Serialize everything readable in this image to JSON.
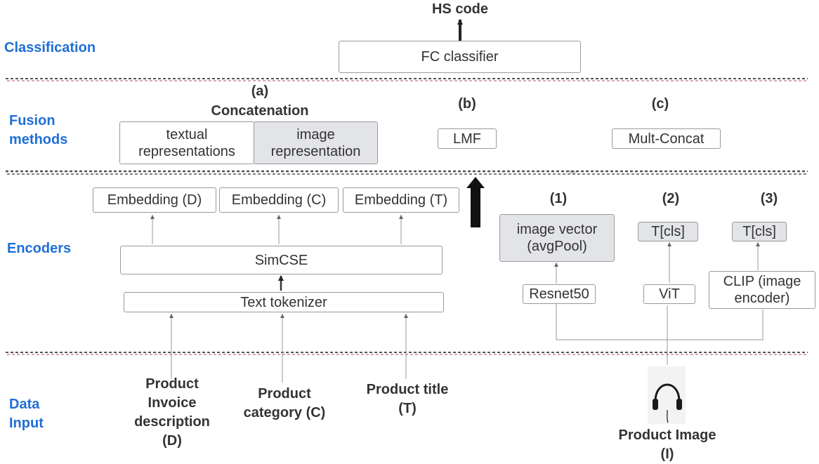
{
  "stages": {
    "classification": "Classification",
    "fusion_line1": "Fusion",
    "fusion_line2": "methods",
    "encoders": "Encoders",
    "data_line1": "Data",
    "data_line2": "Input"
  },
  "output": {
    "label": "HS code"
  },
  "classifier": {
    "label": "FC classifier"
  },
  "fusion": {
    "a_tag": "(a)",
    "a_name": "Concatenation",
    "textual_line1": "textual",
    "textual_line2": "representations",
    "image_line1": "image",
    "image_line2": "representation",
    "b_tag": "(b)",
    "b_box": "LMF",
    "c_tag": "(c)",
    "c_box": "Mult-Concat"
  },
  "text_encoder": {
    "embeddings": [
      "Embedding (D)",
      "Embedding (C)",
      "Embedding (T)"
    ],
    "simcse": "SimCSE",
    "tokenizer": "Text tokenizer"
  },
  "image_encoders": {
    "tags": [
      "(1)",
      "(2)",
      "(3)"
    ],
    "vec1_line1": "image vector",
    "vec1_line2": "(avgPool)",
    "vec2": "T[cls]",
    "vec3": "T[cls]",
    "resnet": "Resnet50",
    "vit": "ViT",
    "clip_line1": "CLIP (image",
    "clip_line2": "encoder)"
  },
  "tiny_text": "Text",
  "inputs": {
    "d_line1": "Product",
    "d_line2": "Invoice",
    "d_line3": "description",
    "d_line4": "(D)",
    "c_line1": "Product",
    "c_line2": "category (C)",
    "t_line1": "Product title",
    "t_line2": "(T)",
    "img_line1": "Product Image",
    "img_line2": "(I)"
  },
  "icons": {
    "product_image": "headphones-icon"
  },
  "colors": {
    "stage_label": "#1f6fd6",
    "gray_box": "#e3e4e8",
    "separator_dark": "#555555",
    "separator_pink": "#c98aa6"
  }
}
